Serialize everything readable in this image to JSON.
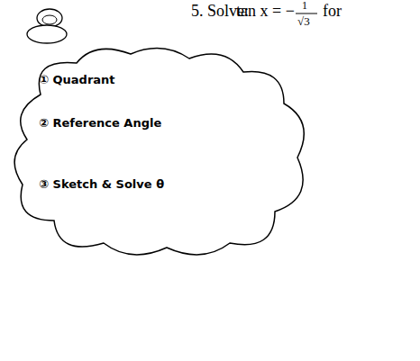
{
  "diagram": {
    "nodes": [
      {
        "text": [
          "① Quadrant",
          "② Reference Angle",
          "③ Sketch & Solve θ"
        ]
      }
    ],
    "labels": [
      "5. Solve:",
      "tan x = −",
      "1",
      "√3",
      "for"
    ]
  }
}
